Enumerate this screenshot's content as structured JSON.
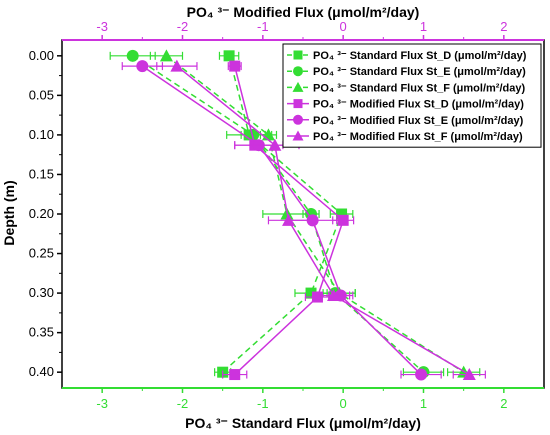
{
  "chart_data": {
    "type": "line",
    "orientation": "depth-profile",
    "title": "",
    "top_axis_label": "PO₄ ³⁻ Modified Flux (μmol/m²/day)",
    "bottom_axis_label": "PO₄ ³⁻ Standard Flux (μmol/m²/day)",
    "ylabel": "Depth (m)",
    "xlim": [
      -3.5,
      2.5
    ],
    "ylim": [
      0.42,
      -0.02
    ],
    "x_ticks": [
      -3,
      -2,
      -1,
      0,
      1,
      2
    ],
    "y_ticks": [
      0.0,
      0.05,
      0.1,
      0.15,
      0.2,
      0.25,
      0.3,
      0.35,
      0.4
    ],
    "y_tick_labels": [
      "0.00",
      "0.05",
      "0.10",
      "0.15",
      "0.20",
      "0.25",
      "0.30",
      "0.35",
      "0.40"
    ],
    "grid": false,
    "legend_position": "top-right",
    "colors": {
      "standard": "#33dd33",
      "modified": "#cc33dd",
      "top_axis": "#cc33dd",
      "bottom_axis": "#33dd33"
    },
    "series": [
      {
        "name": "PO₄ ³⁻ Standard Flux St_D (μmol/m²/day)",
        "group": "standard",
        "marker": "square",
        "dashed": true,
        "points": [
          {
            "depth": 0.0,
            "x": -1.42,
            "err": 0.12
          },
          {
            "depth": 0.1,
            "x": -1.17,
            "err": 0.28
          },
          {
            "depth": 0.2,
            "x": -0.02,
            "err": 0.14
          },
          {
            "depth": 0.3,
            "x": -0.4,
            "err": 0.2
          },
          {
            "depth": 0.4,
            "x": -1.5,
            "err": 0.1
          }
        ]
      },
      {
        "name": "PO₄ ³⁻ Standard Flux St_E (μmol/m²/day)",
        "group": "standard",
        "marker": "circle",
        "dashed": true,
        "points": [
          {
            "depth": 0.0,
            "x": -2.62,
            "err": 0.28
          },
          {
            "depth": 0.1,
            "x": -1.12,
            "err": 0.15
          },
          {
            "depth": 0.2,
            "x": -0.4,
            "err": 0.1
          },
          {
            "depth": 0.3,
            "x": -0.1,
            "err": 0.25
          },
          {
            "depth": 0.4,
            "x": 1.0,
            "err": 0.25
          }
        ]
      },
      {
        "name": "PO₄ ³⁻ Standard Flux St_F (μmol/m²/day)",
        "group": "standard",
        "marker": "triangle",
        "dashed": true,
        "points": [
          {
            "depth": 0.0,
            "x": -2.2,
            "err": 0.2
          },
          {
            "depth": 0.1,
            "x": -0.93,
            "err": 0.1
          },
          {
            "depth": 0.2,
            "x": -0.7,
            "err": 0.3
          },
          {
            "depth": 0.3,
            "x": -0.05,
            "err": 0.2
          },
          {
            "depth": 0.4,
            "x": 1.5,
            "err": 0.2
          }
        ]
      },
      {
        "name": "PO₄ ³⁻ Modified Flux St_D (μmol/m²/day)",
        "group": "modified",
        "marker": "square",
        "dashed": false,
        "points": [
          {
            "depth": 0.013,
            "x": -1.35,
            "err": 0.08
          },
          {
            "depth": 0.113,
            "x": -1.1,
            "err": 0.25
          },
          {
            "depth": 0.208,
            "x": 0.0,
            "err": 0.13
          },
          {
            "depth": 0.305,
            "x": -0.32,
            "err": 0.15
          },
          {
            "depth": 0.403,
            "x": -1.35,
            "err": 0.15
          }
        ]
      },
      {
        "name": "PO₄ ³⁻ Modified Flux St_E (μmol/m²/day)",
        "group": "modified",
        "marker": "circle",
        "dashed": false,
        "points": [
          {
            "depth": 0.013,
            "x": -2.5,
            "err": 0.25
          },
          {
            "depth": 0.113,
            "x": -1.05,
            "err": 0.3
          },
          {
            "depth": 0.208,
            "x": -0.38,
            "err": 0.3
          },
          {
            "depth": 0.303,
            "x": -0.03,
            "err": 0.15
          },
          {
            "depth": 0.403,
            "x": 0.97,
            "err": 0.25
          }
        ]
      },
      {
        "name": "PO₄ ³⁻ Modified Flux St_F (μmol/m²/day)",
        "group": "modified",
        "marker": "triangle",
        "dashed": false,
        "points": [
          {
            "depth": 0.013,
            "x": -2.07,
            "err": 0.25
          },
          {
            "depth": 0.113,
            "x": -0.85,
            "err": 0.3
          },
          {
            "depth": 0.208,
            "x": -0.68,
            "err": 0.25
          },
          {
            "depth": 0.303,
            "x": -0.12,
            "err": 0.2
          },
          {
            "depth": 0.403,
            "x": 1.57,
            "err": 0.2
          }
        ]
      }
    ]
  }
}
